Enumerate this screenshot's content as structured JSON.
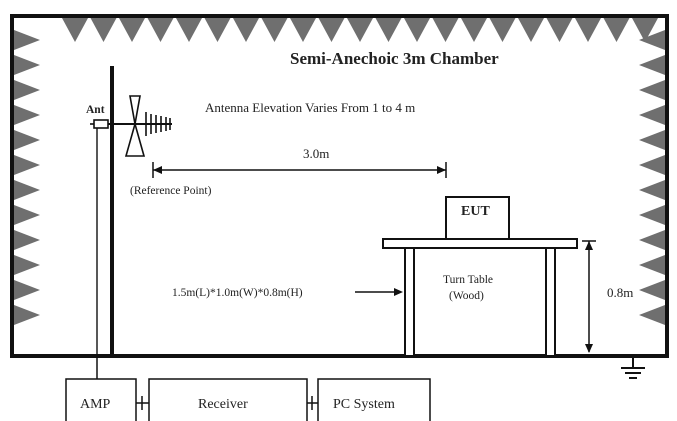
{
  "diagram": {
    "title": "Semi-Anechoic 3m Chamber",
    "antenna_note": "Antenna Elevation Varies From 1 to 4 m",
    "ant_label": "Ant",
    "distance_label": "3.0m",
    "reference_point_label": "(Reference Point)",
    "eut_label": "EUT",
    "turntable_label_line1": "Turn Table",
    "turntable_label_line2": "(Wood)",
    "table_size_label": "1.5m(L)*1.0m(W)*0.8m(H)",
    "height_label": "0.8m",
    "equipment": {
      "amp": "AMP",
      "receiver": "Receiver",
      "pc": "PC System"
    }
  }
}
